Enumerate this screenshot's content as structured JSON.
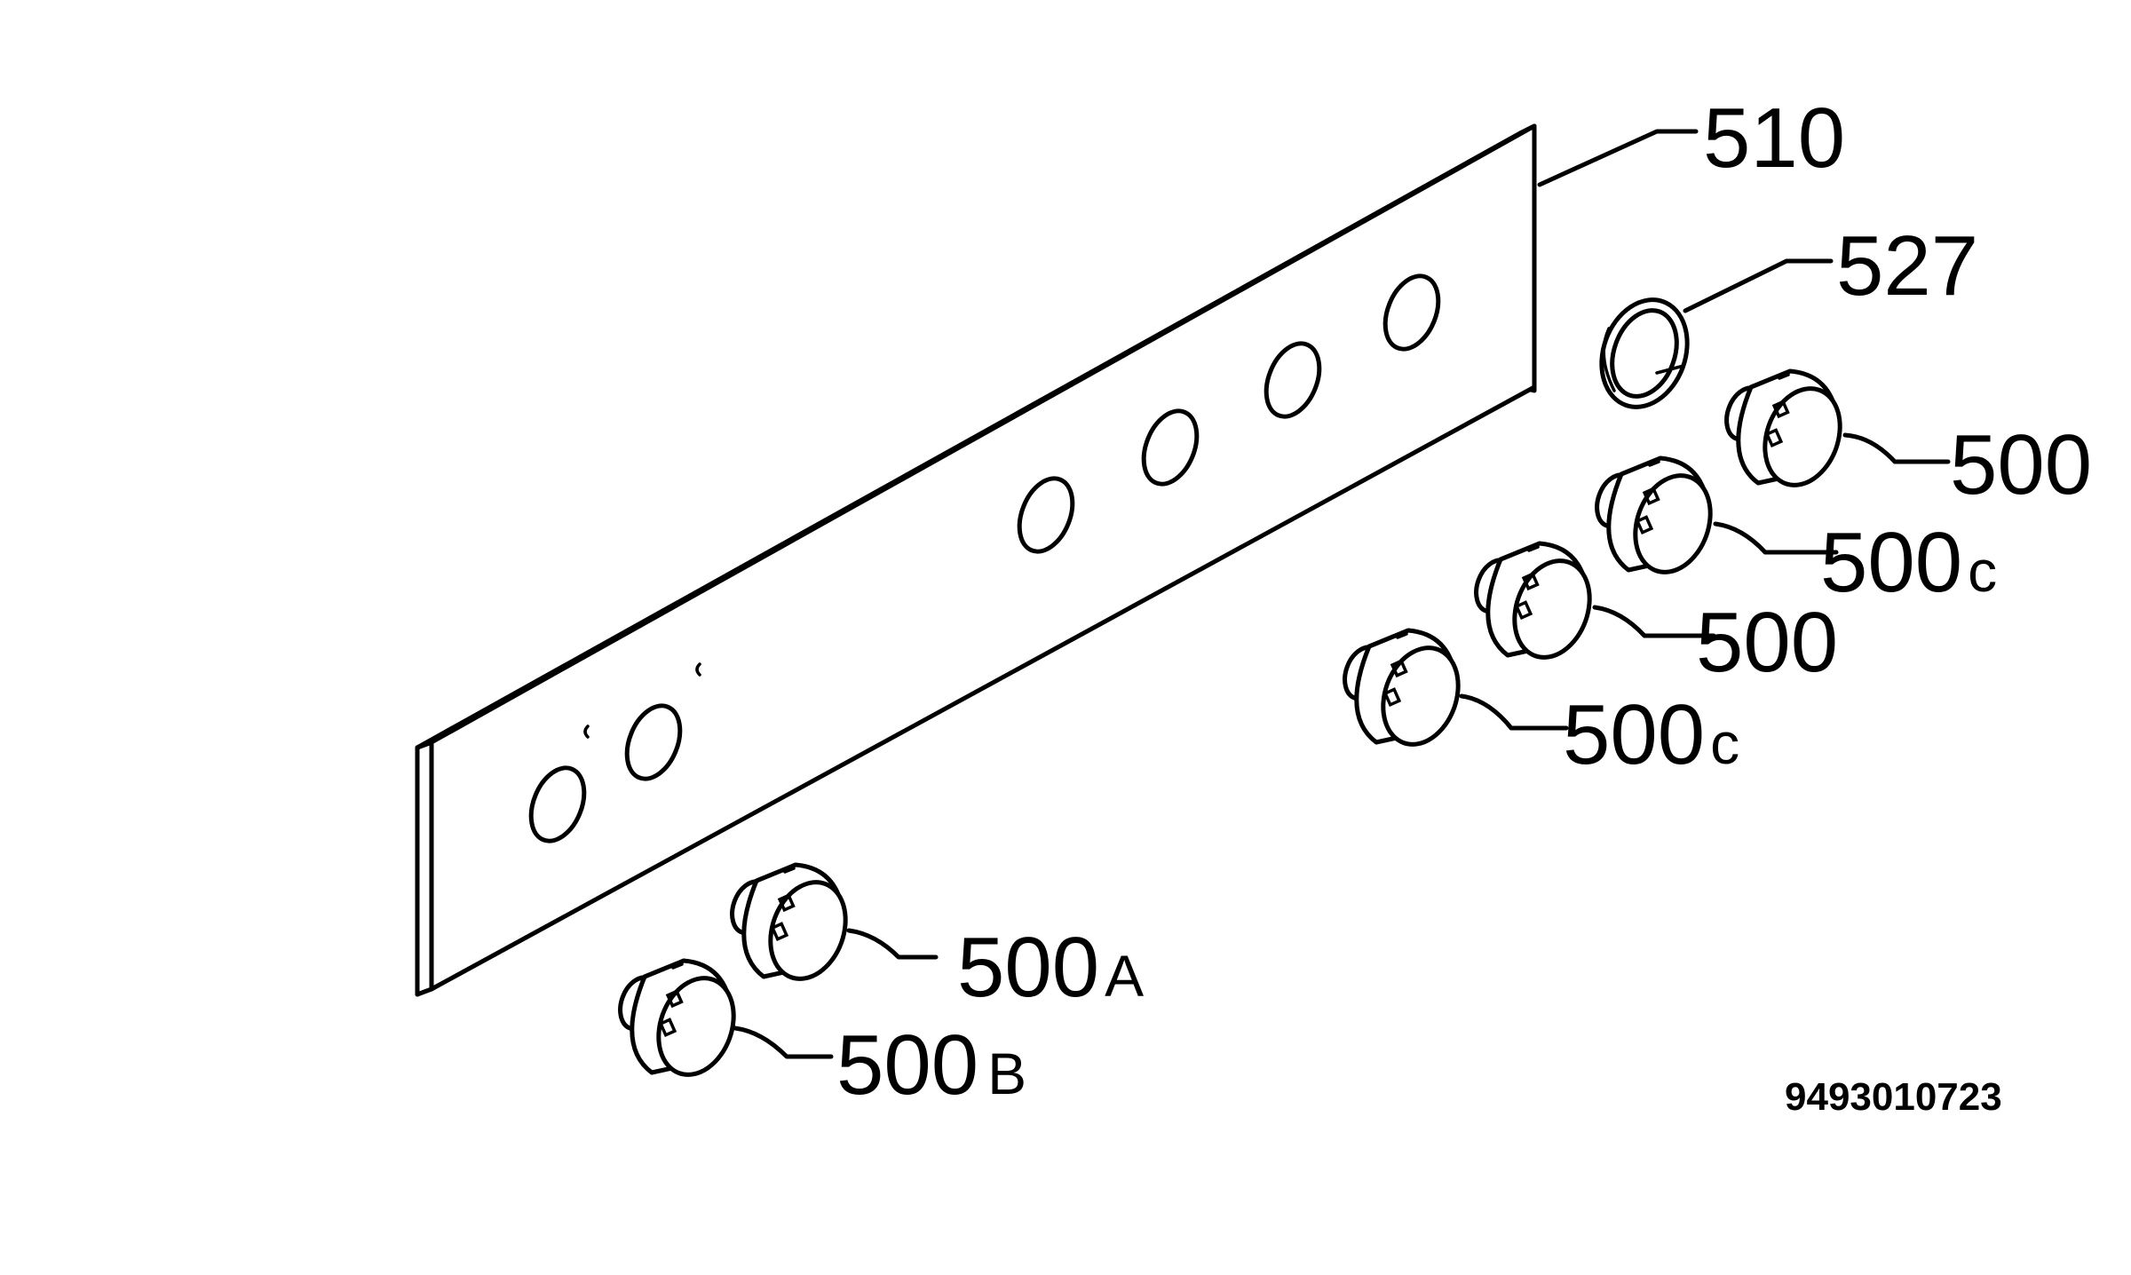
{
  "diagram": {
    "drawing_number": "9493010723",
    "parts": {
      "panel": {
        "number": "510",
        "suffix": ""
      },
      "ring": {
        "number": "527",
        "suffix": ""
      },
      "knob_1": {
        "number": "500",
        "suffix": ""
      },
      "knob_2": {
        "number": "500",
        "suffix": "c"
      },
      "knob_3": {
        "number": "500",
        "suffix": ""
      },
      "knob_4": {
        "number": "500",
        "suffix": "c"
      },
      "knob_5": {
        "number": "500",
        "suffix": "A"
      },
      "knob_6": {
        "number": "500",
        "suffix": "B"
      }
    }
  },
  "colors": {
    "ink": "#000000",
    "paper": "#ffffff"
  }
}
